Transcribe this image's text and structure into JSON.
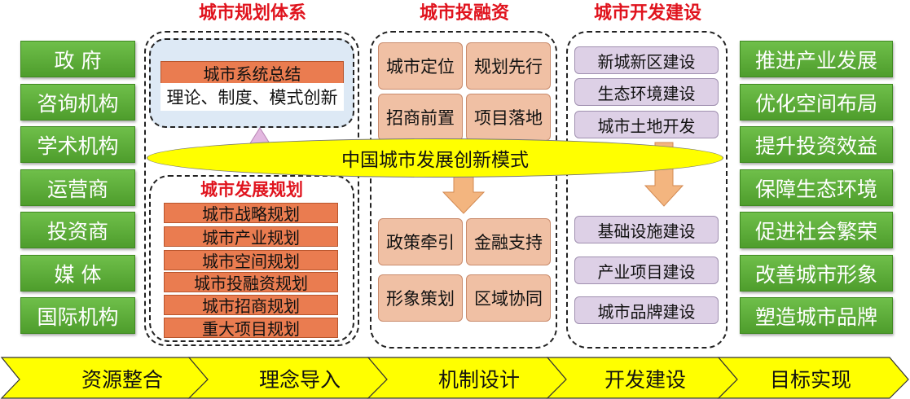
{
  "section_titles": {
    "planning_system": "城市规划体系",
    "investment_finance": "城市投融资",
    "development": "城市开发建设"
  },
  "left_boxes": [
    "政 府",
    "咨询机构",
    "学术机构",
    "运营商",
    "投资商",
    "媒 体",
    "国际机构"
  ],
  "right_boxes": [
    "推进产业发展",
    "优化空间布局",
    "提升投资效益",
    "保障生态环境",
    "促进社会繁荣",
    "改善城市形象",
    "塑造城市品牌"
  ],
  "planning": {
    "summary_line1": "城市系统总结",
    "summary_line2": "理论、制度、模式创新",
    "dev_plan_title": "城市发展规划",
    "plans": [
      "城市战略规划",
      "城市产业规划",
      "城市空间规划",
      "城市投融资规划",
      "城市招商规划",
      "重大项目规划"
    ]
  },
  "finance": {
    "top": [
      "城市定位",
      "规划先行",
      "招商前置",
      "项目落地"
    ],
    "bottom": [
      "政策牵引",
      "金融支持",
      "形象策划",
      "区域协同"
    ]
  },
  "development": {
    "top": [
      "新城新区建设",
      "生态环境建设",
      "城市土地开发"
    ],
    "bottom": [
      "基础设施建设",
      "产业项目建设",
      "城市品牌建设"
    ]
  },
  "center_ellipse": "中国城市发展创新模式",
  "process_steps": [
    "资源整合",
    "理念导入",
    "机制设计",
    "开发建设",
    "目标实现"
  ],
  "colors": {
    "title_red": "#e0141e",
    "green": "#5aa836",
    "orange": "#ea7c50",
    "peach": "#f0c0a4",
    "lavender": "#ddd0e6",
    "yellow": "#ffff00",
    "arrow": "#f3b57f",
    "arrow_up": "#e3b8e0"
  }
}
